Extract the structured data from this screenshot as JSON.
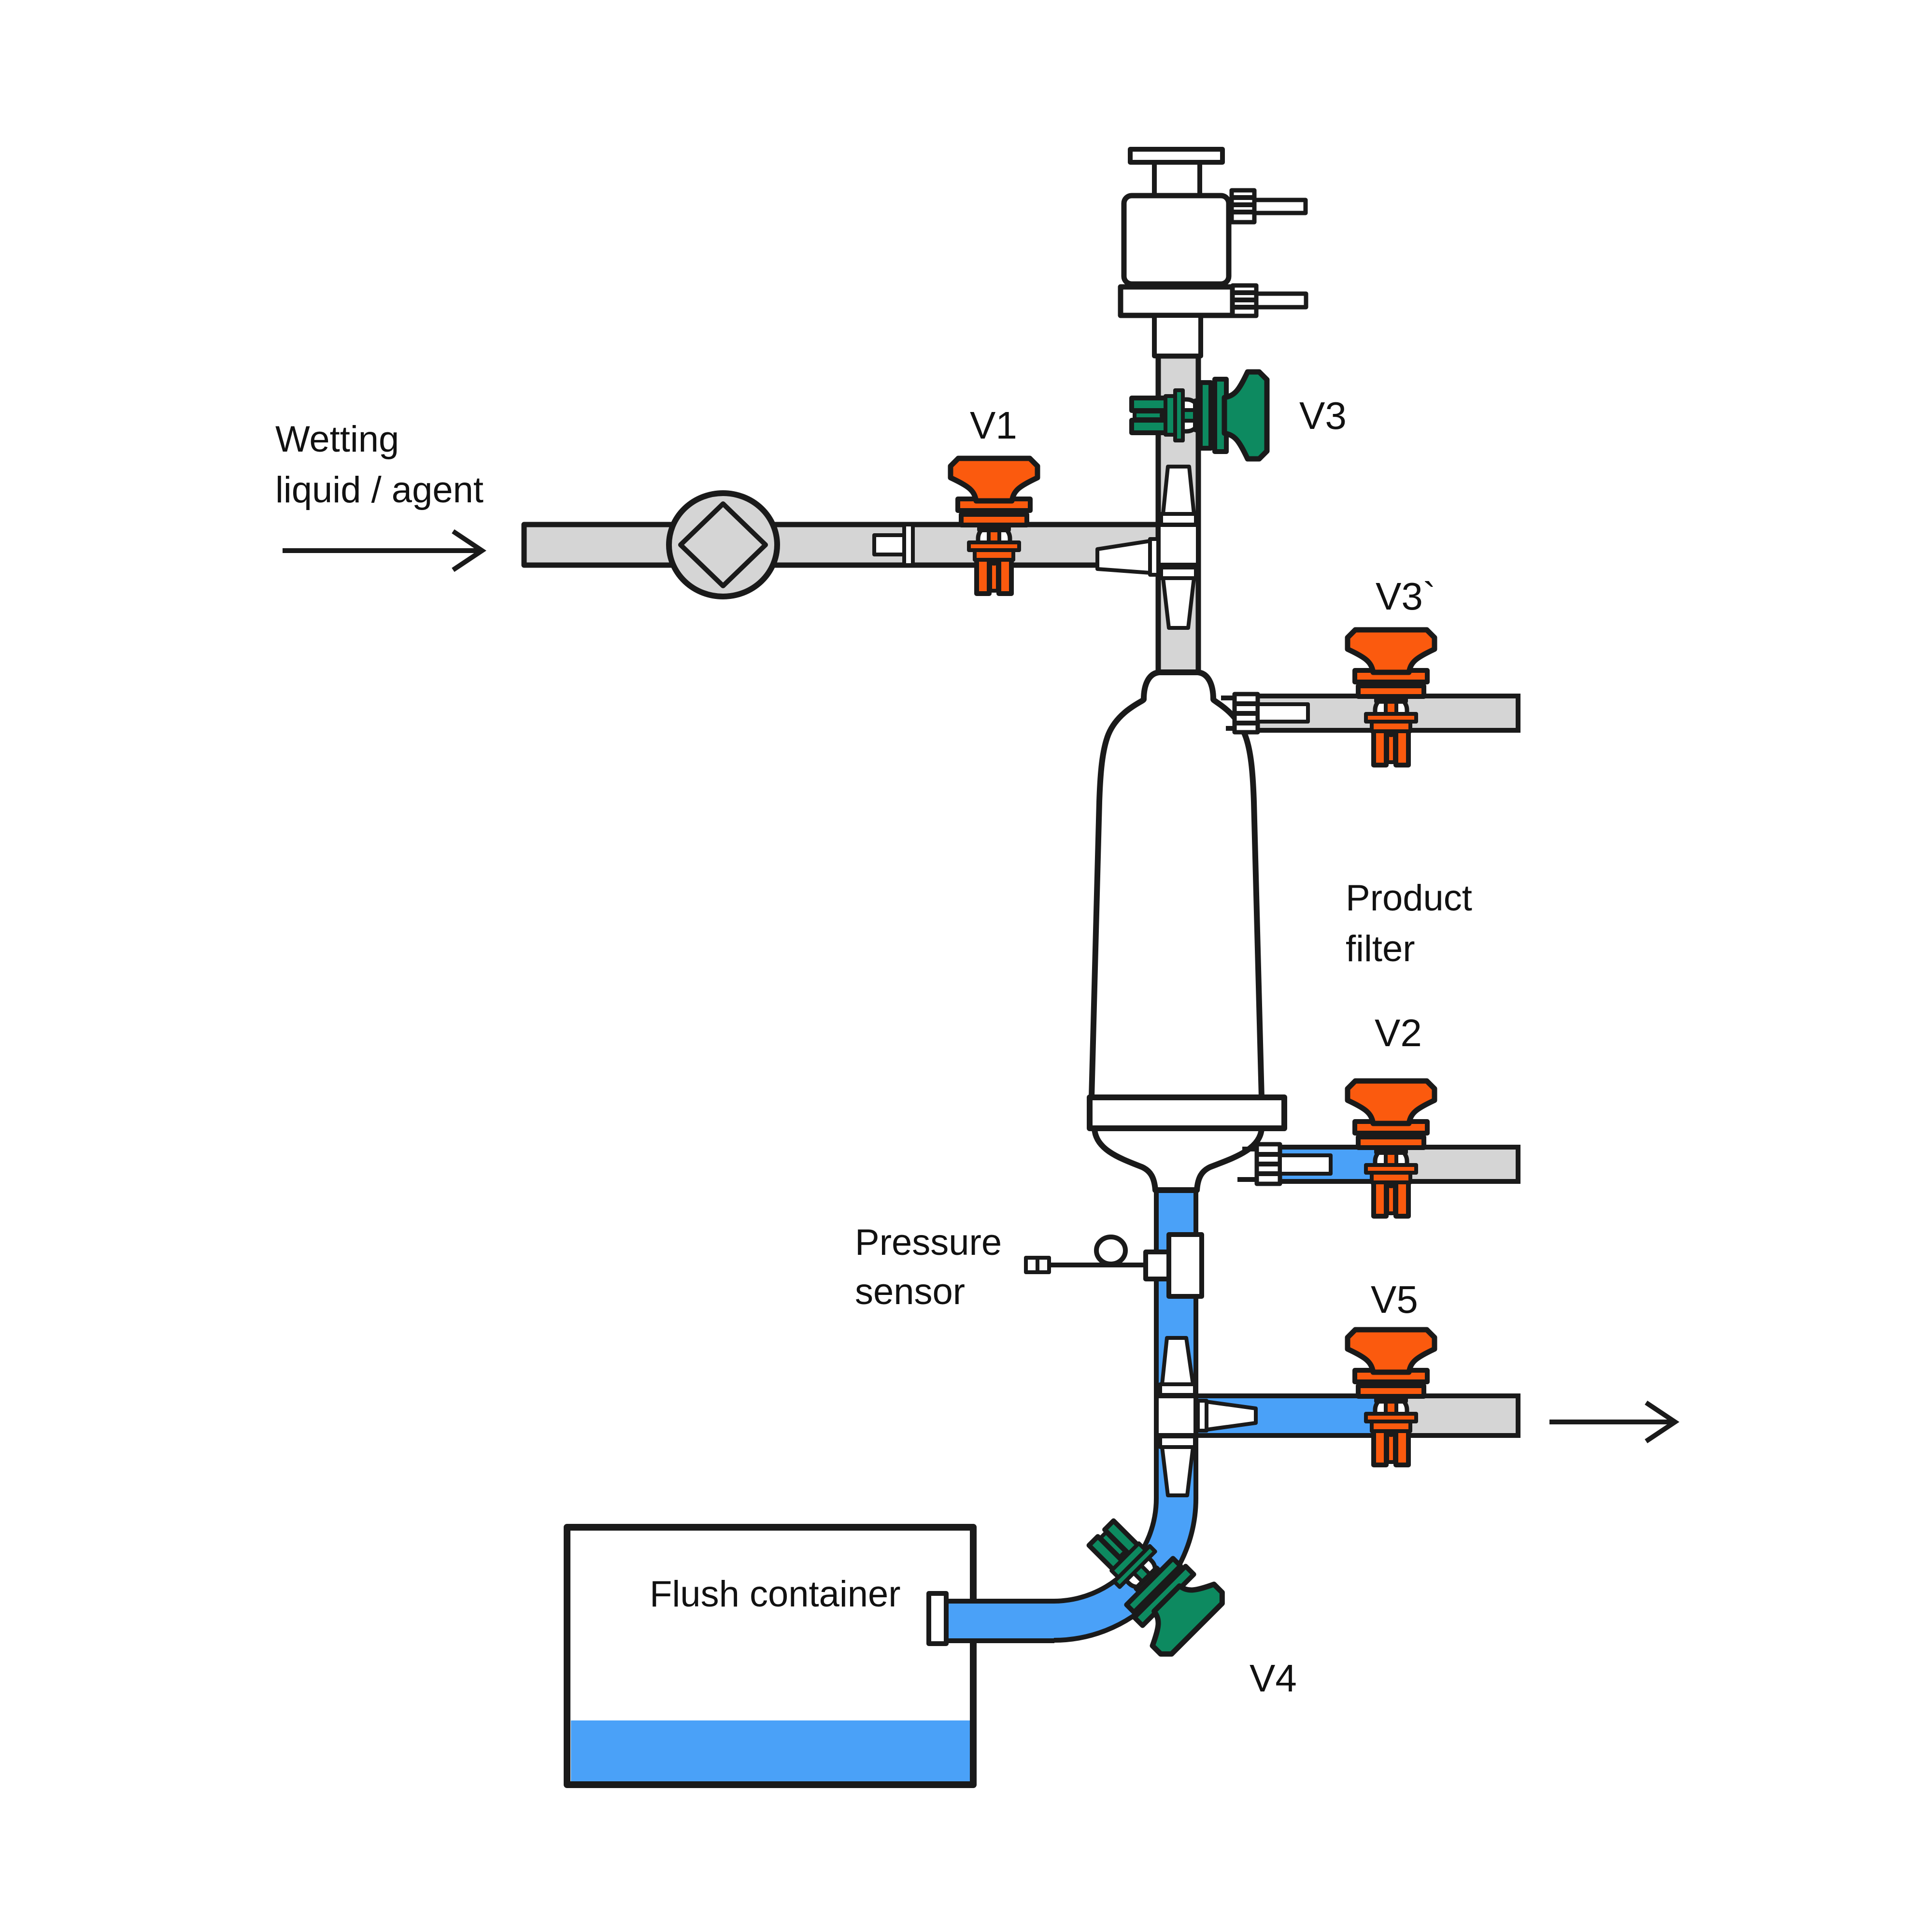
{
  "diagram": {
    "labels": {
      "source_line1": "Wetting",
      "source_line2": "liquid / agent",
      "filter_line1": "Product",
      "filter_line2": "filter",
      "sensor_line1": "Pressure",
      "sensor_line2": "sensor",
      "container": "Flush container"
    },
    "valves": {
      "v1": {
        "label": "V1",
        "color": "#fb5a0e"
      },
      "v2": {
        "label": "V2",
        "color": "#fb5a0e"
      },
      "v3": {
        "label": "V3",
        "color": "#0d8a60"
      },
      "v3b": {
        "label": "V3`",
        "color": "#fb5a0e"
      },
      "v4": {
        "label": "V4",
        "color": "#0d8a60"
      },
      "v5": {
        "label": "V5",
        "color": "#fb5a0e"
      }
    },
    "colors": {
      "pipe_empty": "#d5d5d5",
      "liquid": "#4aa1f8",
      "outline": "#1a1a1a",
      "valve_orange": "#fb5a0e",
      "valve_green": "#0d8a60",
      "white": "#ffffff"
    },
    "components": {
      "pump": "pump-icon",
      "filter": "product-filter",
      "sensor": "pressure-sensor",
      "container": "flush-container",
      "actuator": "vent-fitting",
      "arrow_in": "flow-in-arrow",
      "arrow_out": "flow-out-arrow"
    }
  }
}
